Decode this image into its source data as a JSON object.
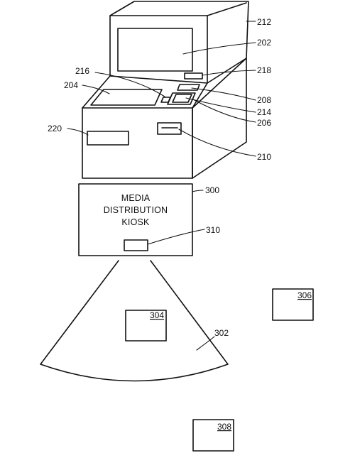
{
  "kiosk_title_lines": [
    "MEDIA",
    "DISTRIBUTION",
    "KIOSK"
  ],
  "labels": {
    "r212": "212",
    "r202": "202",
    "r218": "218",
    "r216": "216",
    "r204": "204",
    "r208": "208",
    "r214": "214",
    "r206": "206",
    "r220": "220",
    "r210": "210",
    "r300": "300",
    "r310": "310",
    "r304": "304",
    "r306": "306",
    "r302": "302",
    "r308": "308"
  },
  "colors": {
    "line": "#111111",
    "background": "#ffffff"
  }
}
